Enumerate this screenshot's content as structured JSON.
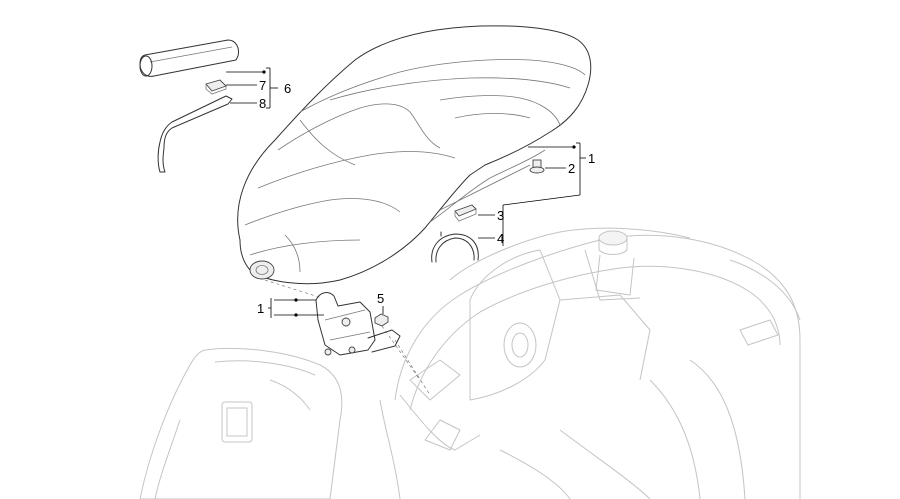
{
  "callouts": [
    {
      "id": "c1",
      "label": "1"
    },
    {
      "id": "c2",
      "label": "2"
    },
    {
      "id": "c3",
      "label": "3"
    },
    {
      "id": "c4",
      "label": "4"
    },
    {
      "id": "c5",
      "label": "5"
    },
    {
      "id": "c6",
      "label": "6"
    },
    {
      "id": "c7",
      "label": "7"
    },
    {
      "id": "c8",
      "label": "8"
    },
    {
      "id": "c1b",
      "label": "1"
    }
  ]
}
